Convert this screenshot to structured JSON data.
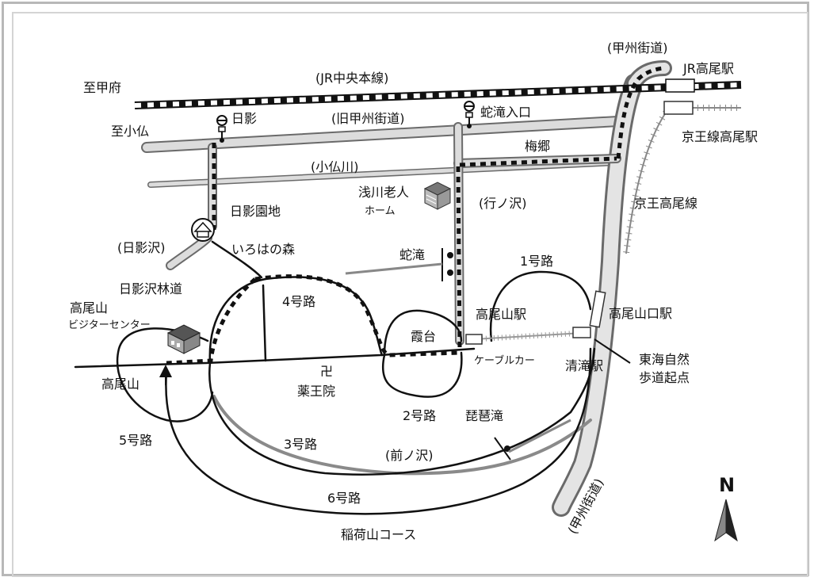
{
  "labels": {
    "to_kofu": "至甲府",
    "jr_line": "(JR中央本線)",
    "koshu_kaido_top": "(甲州街道)",
    "jr_takao_station": "JR高尾駅",
    "to_kobotoke": "至小仏",
    "hikage_stop": "日影",
    "old_koshu_kaido": "(旧甲州街道)",
    "jadaki_iriguchi": "蛇滝入口",
    "keio_takao_station": "京王線高尾駅",
    "umego": "梅郷",
    "kobotoke_river": "(小仏川)",
    "asakawa_home_1": "浅川老人",
    "asakawa_home_2": "ホーム",
    "gyonosawa": "(行ノ沢)",
    "keio_takao_line": "京王高尾線",
    "hikage_enchi": "日影園地",
    "hikagesawa": "(日影沢)",
    "iroha_forest": "いろはの森",
    "jadaki": "蛇滝",
    "route_1": "1号路",
    "hikagesawa_rindo": "日影沢林道",
    "route_4": "4号路",
    "takaosan_visitor_1": "高尾山",
    "takaosan_visitor_2": "ビジターセンター",
    "takaosan_station": "高尾山駅",
    "takaosanguchi_station": "高尾山口駅",
    "kasumidai": "霞台",
    "tokai_shizen_1": "東海自然",
    "tokai_shizen_2": "歩道起点",
    "cable_car": "ケーブルカー",
    "kiyotaki_station": "清滝駅",
    "temple_symbol": "卍",
    "yakuoin": "薬王院",
    "takaosan_summit": "高尾山",
    "route_2": "2号路",
    "biwadaki": "琵琶滝",
    "route_5": "5号路",
    "route_3": "3号路",
    "maenosawa": "(前ノ沢)",
    "route_6": "6号路",
    "koshu_kaido_bottom": "(甲州街道)",
    "inariyama_course": "稲荷山コース",
    "north": "N"
  }
}
